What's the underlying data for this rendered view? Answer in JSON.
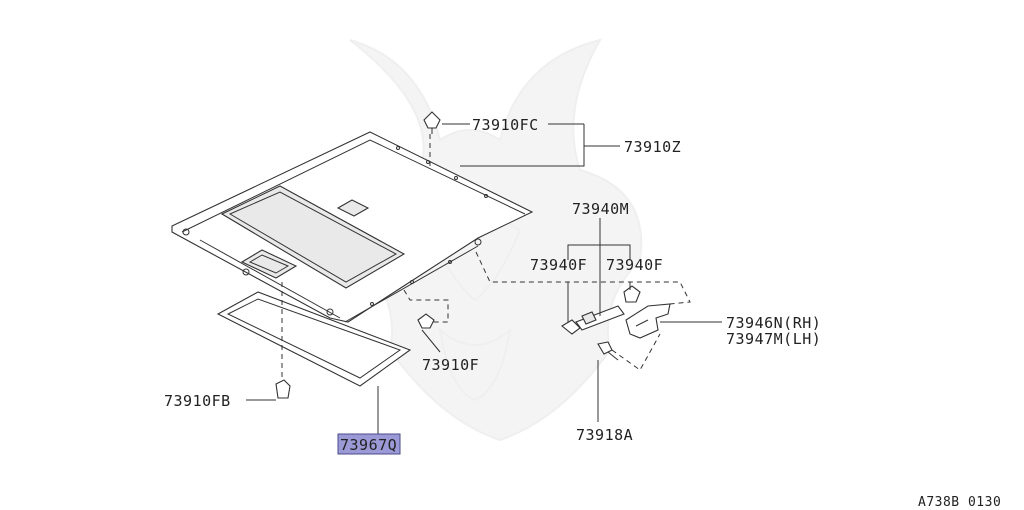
{
  "parts": {
    "p73910FC": "73910FC",
    "p73910Z": "73910Z",
    "p73940M": "73940M",
    "p73940F_left": "73940F",
    "p73940F_right": "73940F",
    "p73946N": "73946N(RH)",
    "p73947M": "73947M(LH)",
    "p73910F": "73910F",
    "p73910FB": "73910FB",
    "p73918A": "73918A",
    "p73967Q": "73967Q"
  },
  "diagram_code": "A738B 0130",
  "colors": {
    "highlight": "#9c9ad6",
    "line": "#333333"
  }
}
